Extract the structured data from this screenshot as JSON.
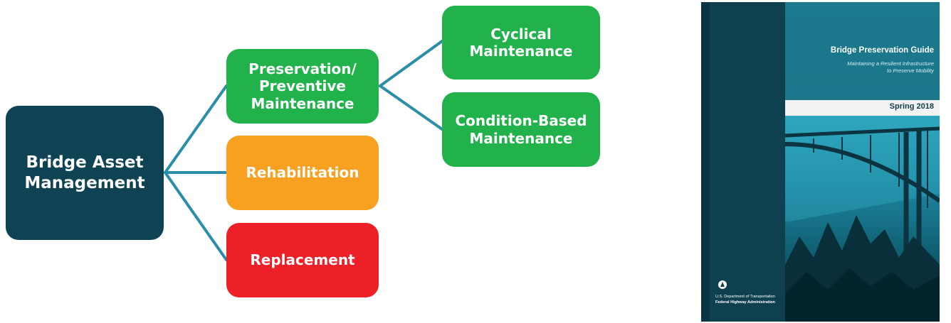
{
  "diagram": {
    "root": {
      "label": "Bridge Asset Management"
    },
    "branches": [
      {
        "lines": [
          "Preservation/",
          "Preventive",
          "Maintenance"
        ]
      },
      {
        "lines": [
          "Rehabilitation"
        ]
      },
      {
        "lines": [
          "Replacement"
        ]
      }
    ],
    "sub_branches": [
      {
        "lines": [
          "Cyclical",
          "Maintenance"
        ]
      },
      {
        "lines": [
          "Condition-Based",
          "Maintenance"
        ]
      }
    ],
    "colors": {
      "root": "#0f4354",
      "preservation": "#21b24b",
      "rehabilitation": "#f8a01f",
      "replacement": "#ec2026",
      "connector": "#2a8ea8"
    }
  },
  "cover": {
    "title": "Bridge Preservation Guide",
    "subtitle_line1": "Maintaining a Resilient Infrastructure",
    "subtitle_line2": "to Preserve Mobility",
    "date": "Spring 2018",
    "department": "U.S. Department of Transportation",
    "agency": "Federal Highway Administration",
    "logo_icon": "dot-triskelion-icon"
  }
}
